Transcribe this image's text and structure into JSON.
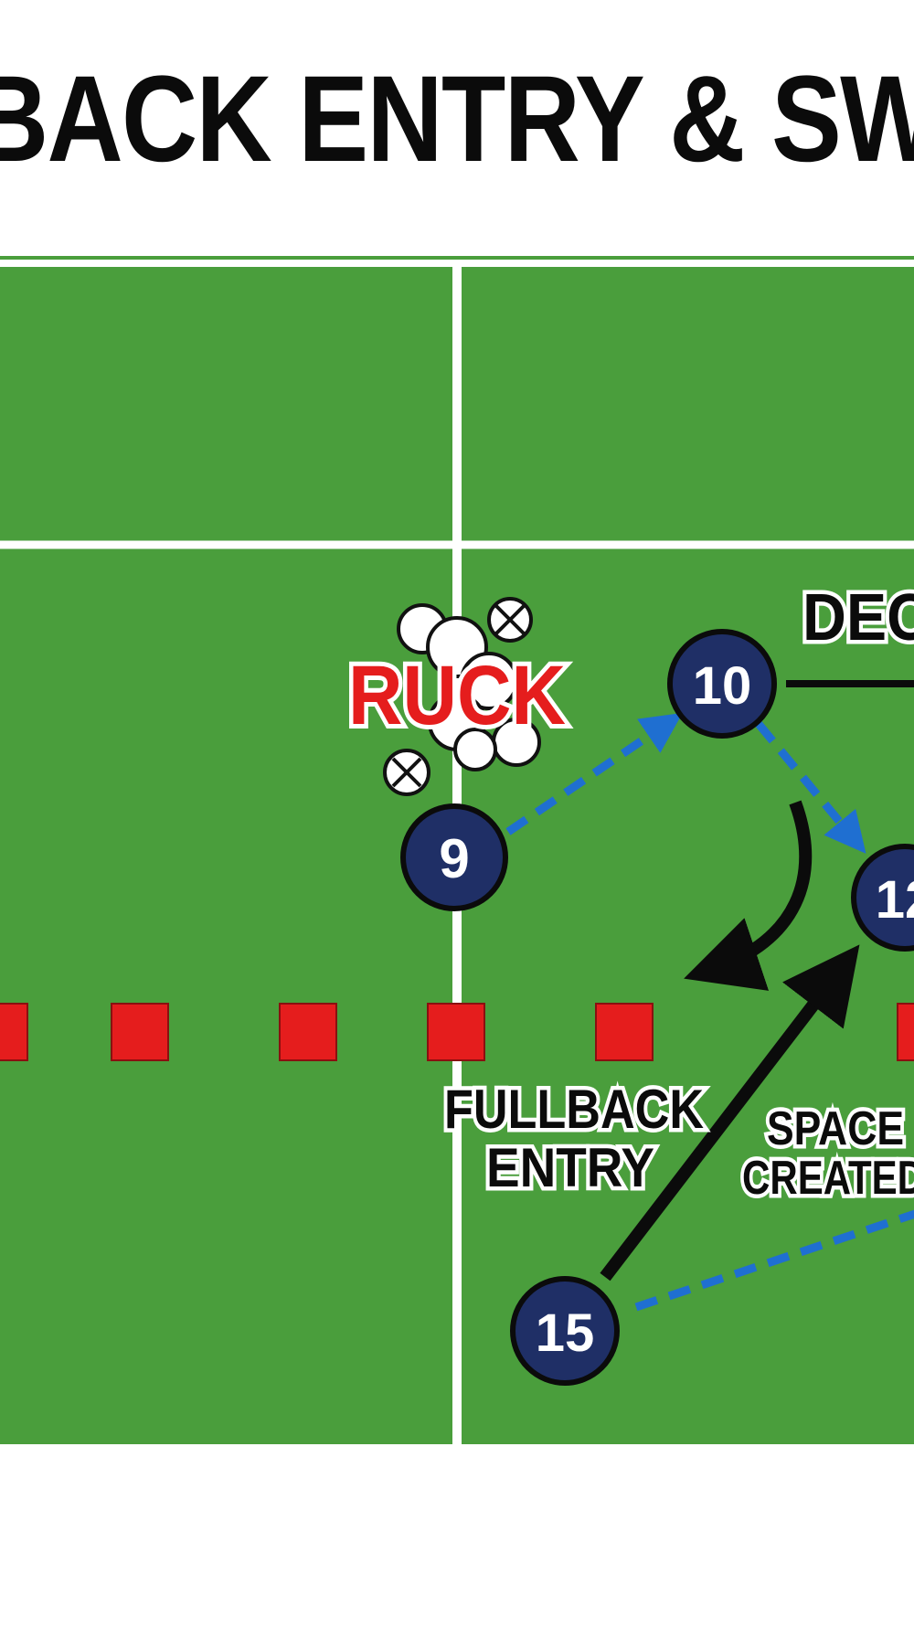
{
  "title": "BACK ENTRY & SW",
  "labels": {
    "ruck": "RUCK",
    "decision": "DEC",
    "fullback_entry_line1": "FULLBACK",
    "fullback_entry_line2": "ENTRY",
    "space_created_line1": "SPACE",
    "space_created_line2": "CREATED"
  },
  "players": [
    {
      "number": "9"
    },
    {
      "number": "10"
    },
    {
      "number": "12"
    },
    {
      "number": "15"
    }
  ],
  "colors": {
    "grass": "#4a9e3c",
    "player_fill": "#1f2f66",
    "pass_line": "#1f6fd1",
    "ruck_text": "#e51d1d",
    "defence_marker": "#e51d1d"
  }
}
